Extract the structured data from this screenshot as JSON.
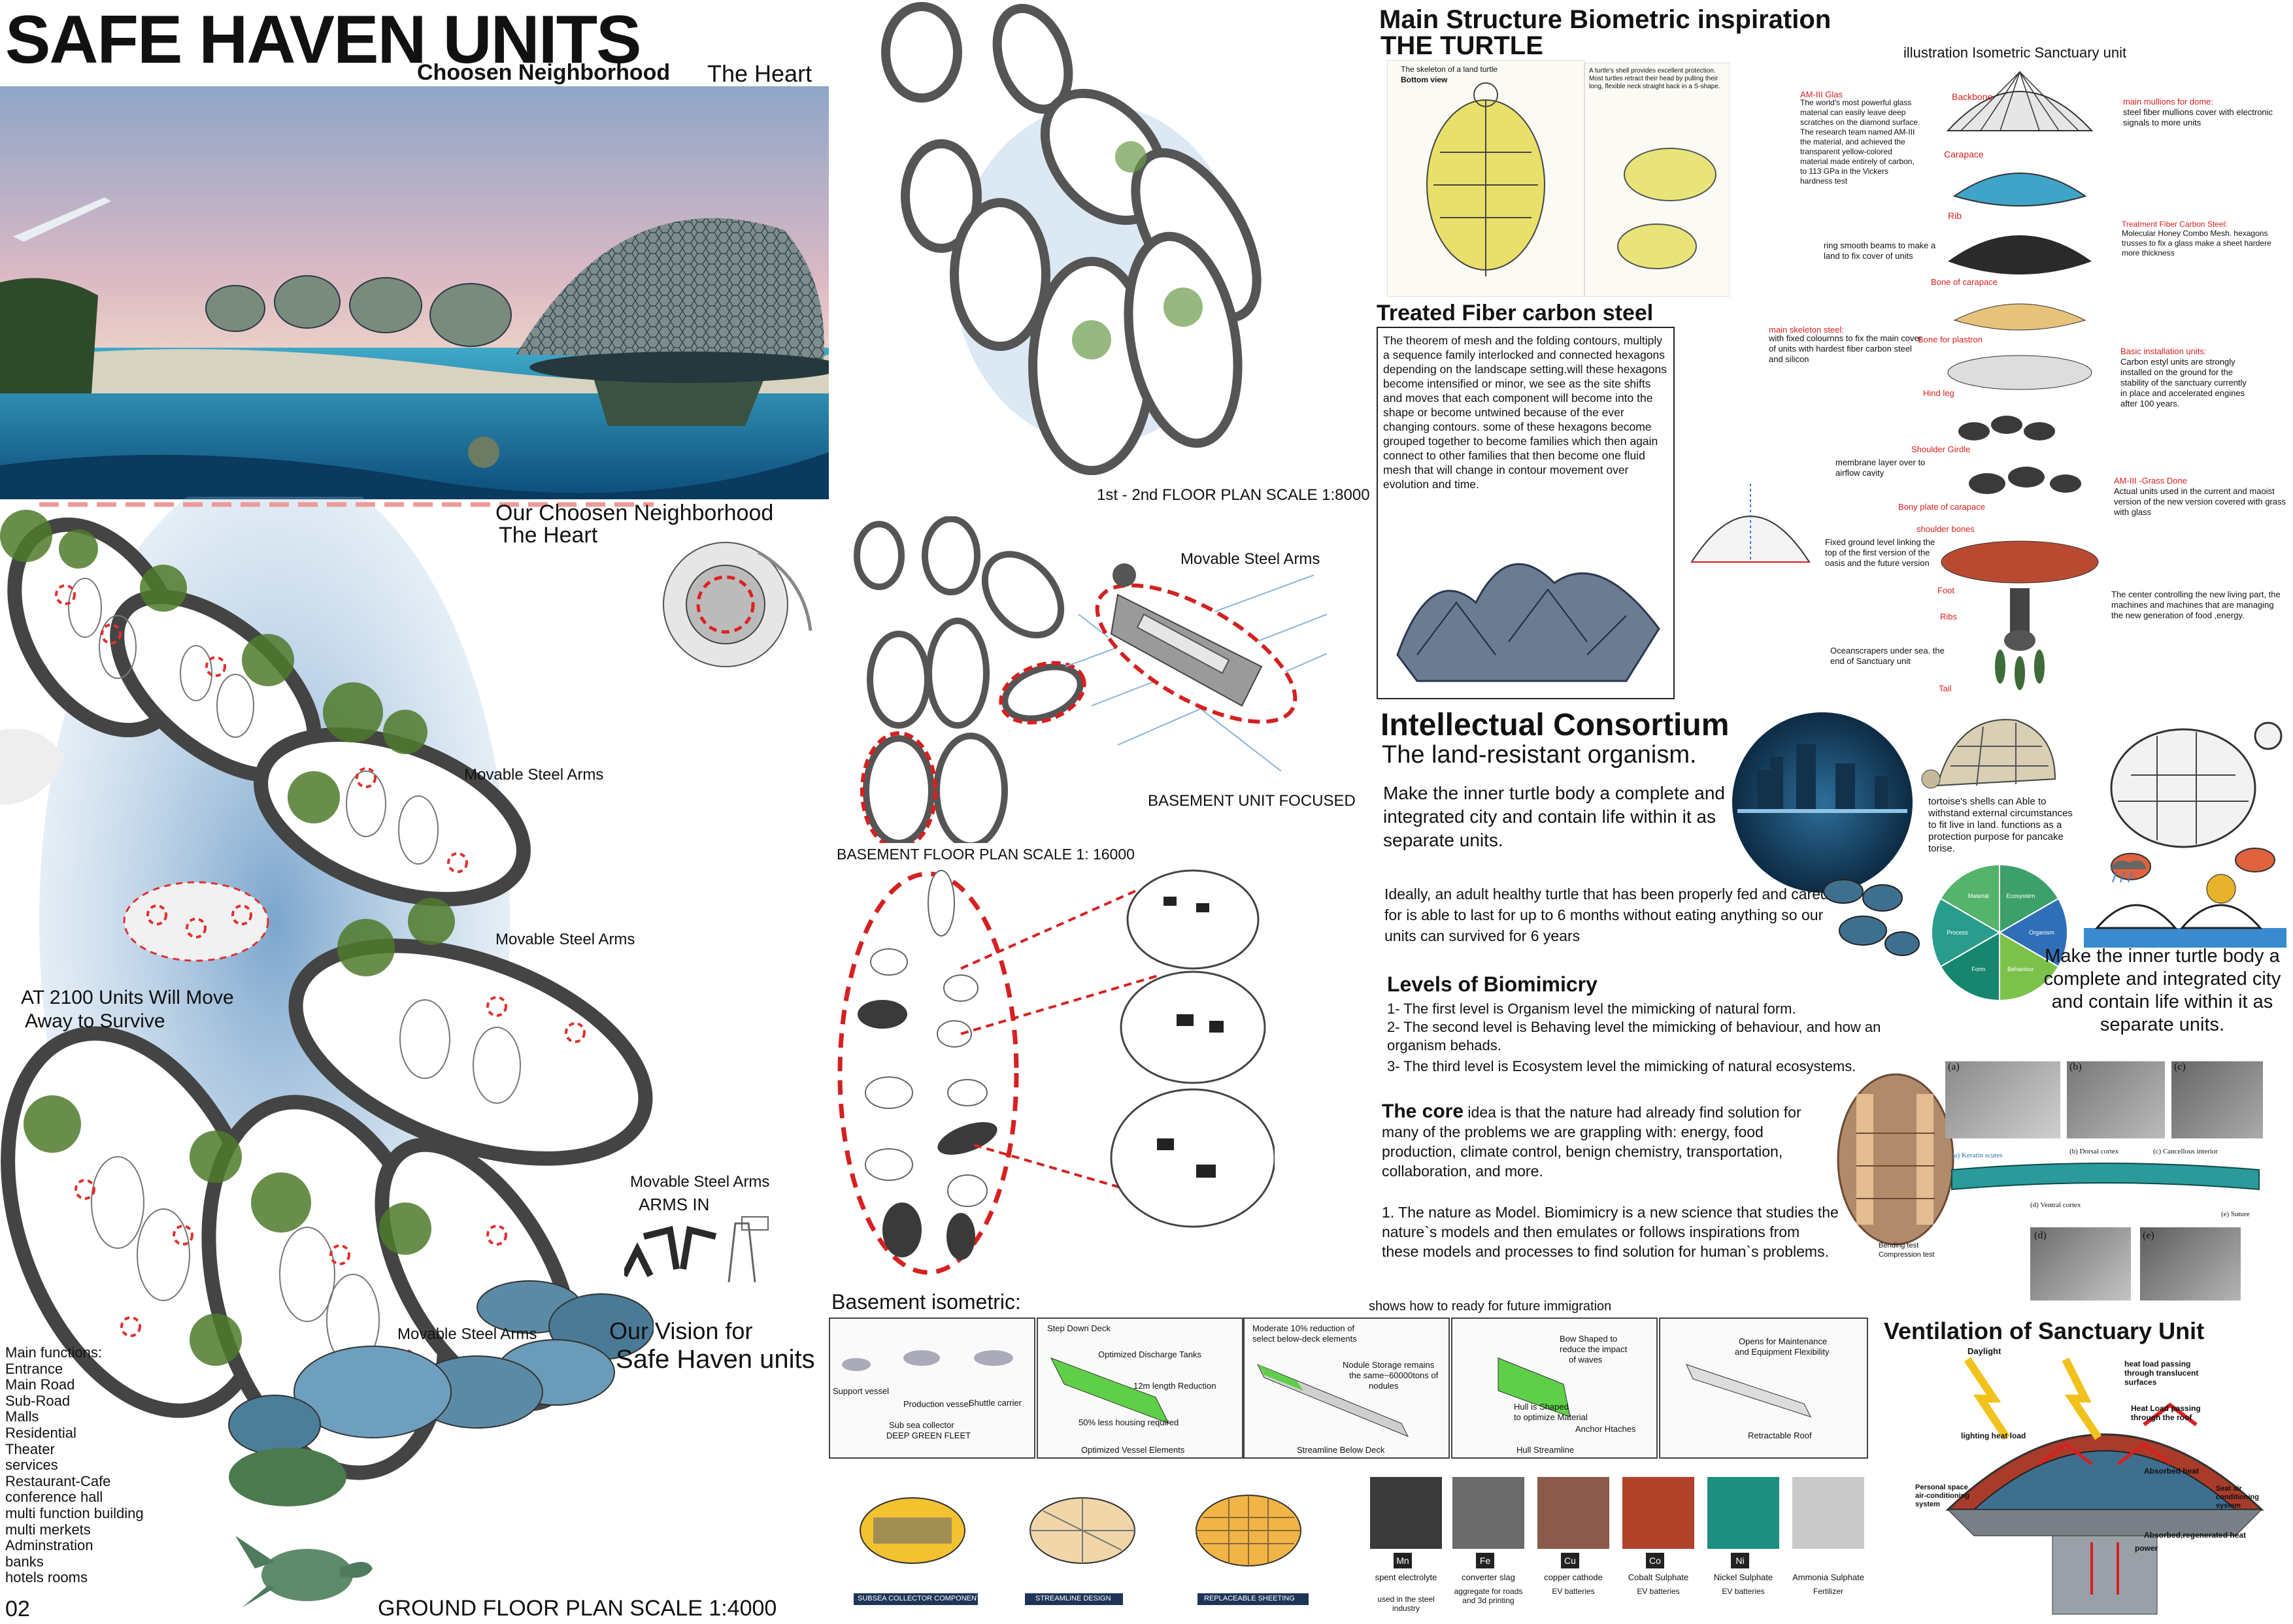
{
  "header": {
    "title": "SAFE HAVEN UNITS",
    "neighborhood_label": "Choosen Neighborhood",
    "neighborhood_value": "The Heart"
  },
  "left": {
    "our_neighborhood": "Our Choosen Neighborhood",
    "the_heart": "The Heart",
    "movable_arms_1": "Movable Steel Arms",
    "movable_arms_2": "Movable Steel Arms",
    "movable_arms_3": "Movable Steel Arms",
    "movable_arms_4": "Movable Steel Arms",
    "arms_in": "ARMS IN",
    "at2100_line1": "AT 2100 Units Will Move",
    "at2100_line2": "Away to Survive",
    "vision_line1": "Our Vision for",
    "vision_line2": "Safe Haven units",
    "ground_plan": "GROUND FLOOR PLAN SCALE 1:4000",
    "page_number": "02",
    "main_functions": [
      "Main functions:",
      "Entrance",
      "Main Road",
      "Sub-Road",
      "Malls",
      "Residential",
      "Theater",
      "services",
      "Restaurant-Cafe",
      "conference hall",
      "multi function building",
      "multi merkets",
      "Adminstration",
      "banks",
      "hotels rooms"
    ]
  },
  "middle": {
    "floor_plan_12": "1st - 2nd FLOOR PLAN SCALE 1:8000",
    "movable_arms": "Movable Steel Arms",
    "basement_focused": "BASEMENT UNIT FOCUSED",
    "basement_plan": "BASEMENT FLOOR PLAN SCALE 1: 16000",
    "basement_iso": "Basement isometric:",
    "future_immigration": "shows how to ready for future immigration",
    "iso_panels": [
      {
        "captions": [
          "Support vessel",
          "Production vessel",
          "Shuttle carrier",
          "Sub sea collector",
          "DEEP GREEN FLEET"
        ]
      },
      {
        "captions": [
          "Step Down Deck",
          "Optimized Discharge Tanks",
          "12m length Reduction",
          "50% less housing required",
          "Optimized Vessel Elements"
        ]
      },
      {
        "captions": [
          "Moderate 10% reduction of",
          "select below-deck elements",
          "Nodule Storage remains",
          "the same~60000tons of",
          "nodules",
          "Streamline Below Deck"
        ]
      },
      {
        "captions": [
          "Bow Shaped to",
          "reduce the impact",
          "of waves",
          "Hull is Shaped",
          "to optimize Material",
          "Anchor Htaches",
          "Hull Streamline"
        ]
      },
      {
        "captions": [
          "Opens for Maintenance",
          "and Equipment Flexibility",
          "Retractable Roof"
        ]
      }
    ],
    "component_labels": [
      "SUBSEA COLLECTOR COMPONENTS",
      "STREAMLINE DESIGN",
      "REPLACEABLE SHEETING"
    ],
    "materials": [
      {
        "symbol": "Mn",
        "name": "spent electrolyte",
        "use": "used in the steel industry",
        "color": "#3b3b3b"
      },
      {
        "symbol": "Fe",
        "name": "converter slag",
        "use": "aggregate for roads and 3d printing",
        "color": "#6b6b6b"
      },
      {
        "symbol": "Cu",
        "name": "copper cathode",
        "use": "EV batteries",
        "color": "#8a5a4a"
      },
      {
        "symbol": "Co",
        "name": "Cobalt Sulphate",
        "use": "EV batteries",
        "color": "#b1432a"
      },
      {
        "symbol": "Ni",
        "name": "Nickel Sulphate",
        "use": "EV batteries",
        "color": "#1e8e80"
      },
      {
        "symbol": "",
        "name": "Ammonia Sulphate",
        "use": "Fertilizer",
        "color": "#c9c9c9"
      }
    ]
  },
  "right": {
    "main_structure": "Main Structure Biometric inspiration",
    "the_turtle": "THE TURTLE",
    "iso_illustration": "illustration Isometric Sanctuary unit",
    "turtle_skeleton_title": "The skeleton of a land turtle",
    "turtle_skeleton_sub": "Bottom view",
    "shell_note": "A turtle's shell provides excellent protection. Most turtles retract their head by pulling their long, flexible neck straight back in a S-shape.",
    "treated_fiber": "Treated Fiber carbon steel",
    "fiber_text": "The theorem of mesh and the folding contours, multiply a sequence family interlocked and connected hexagons depending on the landscape setting.will these hexagons become intensified or minor, we see as the site shifts and moves that each component will become into the shape or become untwined because of the ever changing contours. some of these hexagons become grouped together to become families which then again connect to other families that then become one fluid mesh that will change in contour movement over evolution and time.",
    "callouts_left": [
      {
        "title": "AM-III Glas",
        "text": "The world's most powerful glass material can easily leave deep scratches on the diamond surface. The research team named AM-III the material, and achieved the transparent yellow-colored material made entirely of carbon, to 113 GPa in the Vickers hardness test"
      },
      {
        "title": "",
        "text": "ring smooth beams to make a land to fix cover of units"
      },
      {
        "title": "main skeleton steel:",
        "text": "with fixed colournns to fix the main cover of units with hardest fiber carbon steel and silicon"
      },
      {
        "title": "",
        "text": "membrane layer over to airflow cavity"
      },
      {
        "title": "",
        "text": "Fixed ground level linking the top of the first version of the oasis and the future version"
      },
      {
        "title": "",
        "text": "Oceanscrapers under sea. the end of Sanctuary unit"
      }
    ],
    "part_labels": [
      "Backbone",
      "Carapace",
      "Rib",
      "Bone of carapace",
      "Bone for plastron",
      "Hind leg",
      "Shoulder Girdle",
      "Bony plate of carapace",
      "shoulder bones",
      "Foot",
      "Ribs",
      "Tail"
    ],
    "callouts_right": [
      {
        "title": "main mullions for dome:",
        "text": "steel fiber mullions cover with electronic signals to more units"
      },
      {
        "title": "Treatment Fiber Carbon Steel:",
        "text": "Molecular Honey Combo Mesh. hexagons trusses to fix a glass make a sheet hardere more thickness"
      },
      {
        "title": "Basic installation units:",
        "text": "Carbon estyl units are strongly installed on the ground for the stability of the sanctuary currently in place and accelerated engines after 100 years."
      },
      {
        "title": "AM-III -Grass Done",
        "text": "Actual units used in the current and maoist version of the new version covered with grass with glass"
      },
      {
        "title": "",
        "text": "The center controlling the new living part, the machines and machines that are managing the new generation of food ,energy."
      }
    ],
    "intellectual": "Intellectual Consortium",
    "land_resistant": "The land-resistant organism.",
    "make_inner": "Make the inner turtle body a complete and integrated city and contain life within it as separate units.",
    "ideally": "Ideally, an adult healthy turtle that has been properly fed and cared for is able to  last for up to 6 months without eating anything so our units can survived for 6 years",
    "tortoise_note": "tortoise's shells can Able to withstand external circumstances to fit live in land. functions as a protection purpose for pancake torise.",
    "make_inner_2": "Make the inner turtle body a complete and integrated city and contain life within it as separate units.",
    "levels_title": "Levels of Biomimicry",
    "levels": [
      "1- The first level is Organism level the mimicking of natural form.",
      "2- The second level is Behaving level the mimicking of behaviour, and how an organism behads.",
      "3- The third level is Ecosystem level the mimicking of natural ecosystems."
    ],
    "core_bold": "The core",
    "core_text": " idea is that the nature had already find solution for many of the  problems we are grappling with: energy, food production, climate control, benign chemistry, transportation, collaboration, and more.",
    "nature_model": "1. The nature as Model. Biomimicry is a new science that studies the nature`s models and then emulates or follows inspirations from these models and processes to find solution for human`s problems.",
    "micro_labels": [
      "(a)",
      "(b)",
      "(c)",
      "(d)",
      "(e)"
    ],
    "micro_captions": [
      "(a) Keratin scutes",
      "(b) Dorsal cortex",
      "(c) Cancellous interior",
      "(d) Ventral cortex",
      "(e) Suture"
    ],
    "shell_test": [
      "Bending test",
      "Compression test"
    ],
    "pie_segments": [
      {
        "label": "Ecosystem",
        "value": 1,
        "color": "#3da06a"
      },
      {
        "label": "Organism",
        "value": 1,
        "color": "#2f6fb7"
      },
      {
        "label": "Behaviour",
        "value": 1,
        "color": "#7cc24a"
      },
      {
        "label": "Form",
        "value": 1,
        "color": "#16876e"
      },
      {
        "label": "Process",
        "value": 1,
        "color": "#2a9c8d"
      },
      {
        "label": "Material",
        "value": 1,
        "color": "#56b36b"
      }
    ],
    "ventilation_title": "Ventilation of Sanctuary Unit",
    "vent_labels": [
      "Daylight",
      "heat load passing through translucent surfaces",
      "Heat Load passing through the roof",
      "lighting heat load",
      "Personal space air-conditioning system",
      "Seat air conditioning system",
      "Absorbed heat",
      "Absorbed,regenerated heat",
      "power"
    ]
  }
}
